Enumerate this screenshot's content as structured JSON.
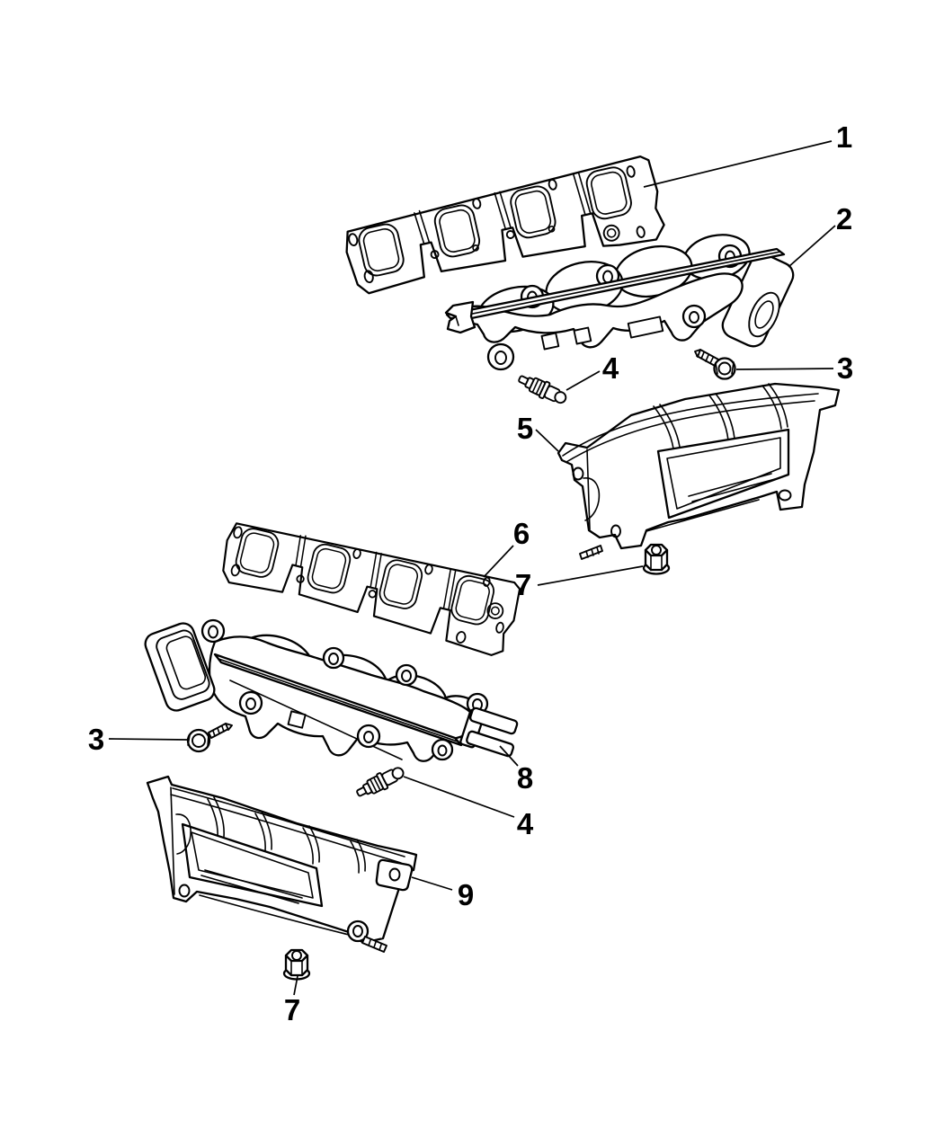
{
  "figure": {
    "background_color": "#ffffff",
    "line_color": "#000000"
  },
  "callouts": {
    "c1": "1",
    "c2": "2",
    "c3_upper": "3",
    "c4_upper": "4",
    "c5": "5",
    "c6": "6",
    "c7_upper": "7",
    "c8": "8",
    "c3_lower": "3",
    "c4_lower": "4",
    "c9": "9",
    "c7_lower": "7"
  }
}
